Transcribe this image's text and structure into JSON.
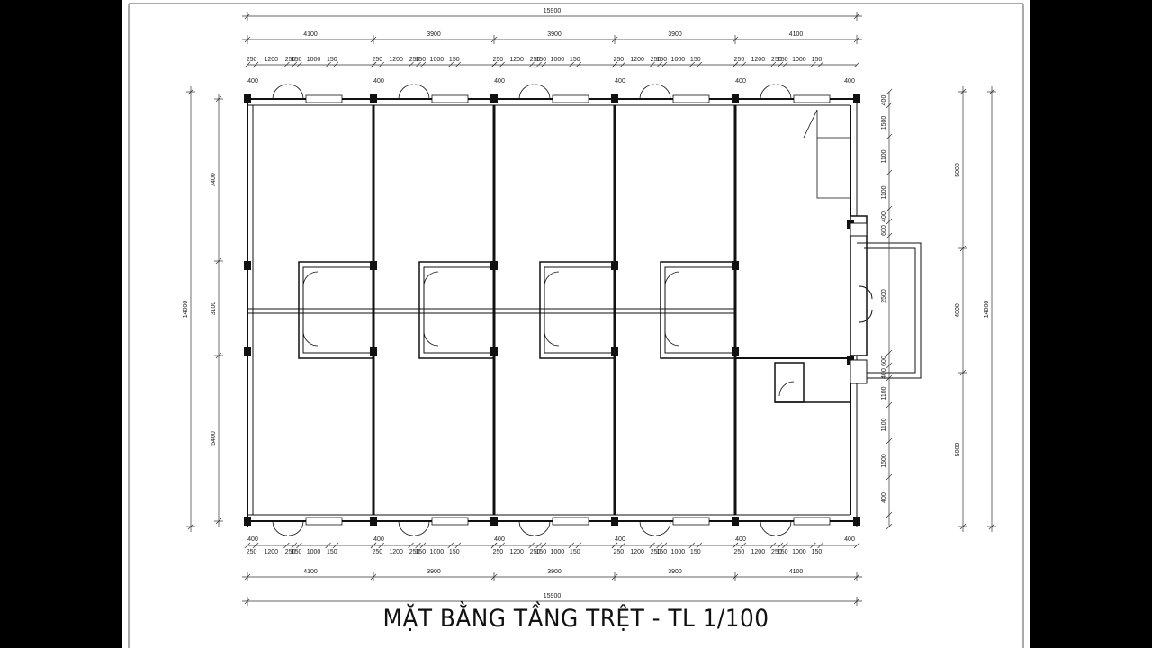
{
  "drawing": {
    "title": "MẶT BẰNG TẦNG TRỆT - TL 1/100",
    "dimensions": {
      "total_width": "15900",
      "total_height": "14000",
      "bays": [
        "4100",
        "3900",
        "3900",
        "3900",
        "4100"
      ],
      "left_spans": [
        "7400",
        "3100",
        "5400"
      ],
      "right_spans": [
        "5000",
        "4000",
        "5000"
      ],
      "top_detail": [
        "250",
        "1200",
        "250",
        "150",
        "1000",
        "150"
      ],
      "bottom_detail": [
        "250",
        "1200",
        "250",
        "150",
        "1000",
        "150"
      ],
      "right_detail": [
        "400",
        "1500",
        "1100",
        "1100",
        "400",
        "600",
        "2500",
        "600",
        "400",
        "1100",
        "1100",
        "1500",
        "400"
      ],
      "column_tag": "400"
    }
  }
}
